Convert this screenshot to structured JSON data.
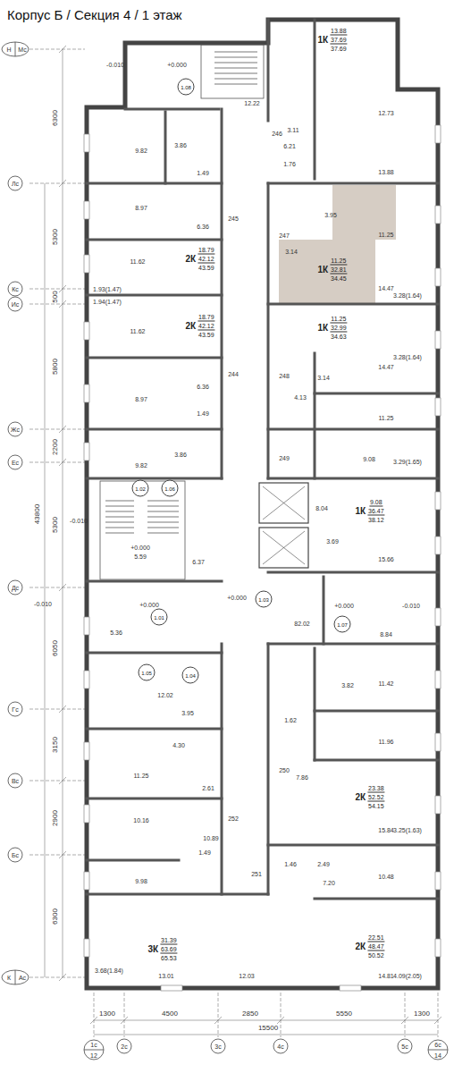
{
  "diagram": {
    "title": "Корпус Б / Секция 4 / 1 этаж",
    "nodes": [
      {
        "text": [
          "1К",
          "13.88",
          "37.69",
          "37.69"
        ]
      },
      {
        "text": [
          "1.08"
        ]
      },
      {
        "text": [
          "2К",
          "18.79",
          "42.12",
          "43.59"
        ]
      },
      {
        "text": [
          "1К",
          "11.25",
          "32.81",
          "34.45"
        ]
      },
      {
        "text": [
          "2К",
          "18.79",
          "42.12",
          "43.59"
        ]
      },
      {
        "text": [
          "1К",
          "11.25",
          "32.99",
          "34.63"
        ]
      },
      {
        "text": [
          "1.02"
        ]
      },
      {
        "text": [
          "1.06"
        ]
      },
      {
        "text": [
          "1К",
          "9.08",
          "36.47",
          "38.12"
        ]
      },
      {
        "text": [
          "1.03"
        ]
      },
      {
        "text": [
          "1.01"
        ]
      },
      {
        "text": [
          "1.07"
        ]
      },
      {
        "text": [
          "1.05"
        ]
      },
      {
        "text": [
          "1.04"
        ]
      },
      {
        "text": [
          "2К",
          "23.38",
          "52.52",
          "54.15"
        ]
      },
      {
        "text": [
          "3К",
          "31.39",
          "63.69",
          "65.53"
        ]
      },
      {
        "text": [
          "2К",
          "22.51",
          "48.47",
          "50.52"
        ]
      }
    ],
    "labels": [
      "Н",
      "Мс",
      "Лс",
      "Кс",
      "Ис",
      "Жс",
      "Ес",
      "Дс",
      "Гс",
      "Вс",
      "Бс",
      "К",
      "Ас",
      "6300",
      "5300",
      "500",
      "5800",
      "2200",
      "5300",
      "43800",
      "6050",
      "3150",
      "2900",
      "6300",
      "1300",
      "4500",
      "2850",
      "5550",
      "1300",
      "15500",
      "1с",
      "12",
      "2с",
      "3с",
      "4с",
      "5с",
      "6с",
      "14",
      "-0.010",
      "+0.000",
      "12.22",
      "246",
      "3.11",
      "6.21",
      "1.76",
      "12.73",
      "13.88",
      "3.86",
      "9.82",
      "1.49",
      "8.97",
      "245",
      "6.36",
      "11.62",
      "1.93(1.47)",
      "1.94(1.47)",
      "11.62",
      "8.97",
      "244",
      "6.36",
      "1.49",
      "3.86",
      "9.82",
      "3.95",
      "247",
      "11.25",
      "3.14",
      "14.47",
      "3.28(1.64)",
      "3.28(1.64)",
      "14.47",
      "248",
      "3.14",
      "4.13",
      "11.25",
      "249",
      "9.08",
      "3.29(1.65)",
      "8.04",
      "3.69",
      "15.66",
      "-0.010",
      "+0.000",
      "5.59",
      "6.37",
      "-0.010",
      "+0.000",
      "5.36",
      "+0.000",
      "+0.000",
      "-0.010",
      "82.02",
      "8.84",
      "12.02",
      "3.95",
      "4.30",
      "11.25",
      "2.61",
      "10.16",
      "252",
      "10.89",
      "1.49",
      "9.98",
      "3.68(1.84)",
      "13.01",
      "3.82",
      "11.42",
      "1.62",
      "11.96",
      "250",
      "7.86",
      "15.84",
      "3.25(1.63)",
      "1.46",
      "2.49",
      "251",
      "7.20",
      "10.48",
      "12.03",
      "14.81",
      "4.09(2.05)"
    ]
  }
}
